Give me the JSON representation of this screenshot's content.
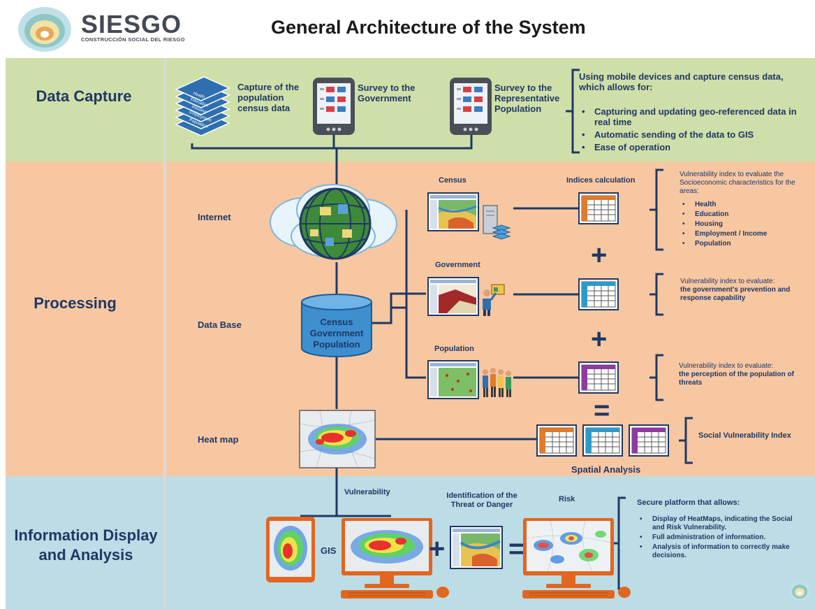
{
  "header": {
    "logo_name": "SIESGO",
    "logo_tagline": "CONSTRUCCIÓN SOCIAL DEL RIESGO",
    "title": "General Architecture of the System"
  },
  "sections": {
    "capture": "Data Capture",
    "processing": "Processing",
    "display": "Information Display and Analysis"
  },
  "capture": {
    "stack_layers": [
      "Health",
      "Education",
      "Housing",
      "Employment",
      "Population"
    ],
    "census_label": "Capture of the population census data",
    "survey_gov_label": "Survey to the Government",
    "survey_pop_label": "Survey to the Representative Population",
    "mobile_intro": "Using mobile devices and capture census data, which allows for:",
    "mobile_points": [
      "Capturing and updating geo-referenced data in real time",
      "Automatic sending of the data to GIS",
      "Ease of operation"
    ]
  },
  "processing": {
    "internet_label": "Internet",
    "database_label": "Data Base",
    "heatmap_label": "Heat map",
    "db_contents": [
      "Census",
      "Government",
      "Population"
    ],
    "census_label": "Census",
    "government_label": "Government",
    "population_label": "Population",
    "indices_label": "Indices calculation",
    "census_note_intro": "Vulnerability index to evaluate the Socioeconomic characteristics for the areas:",
    "census_note_items": [
      "Health",
      "Education",
      "Housing",
      "Employment / Income",
      "Population"
    ],
    "gov_note_intro": "Vulnerability index to evaluate:",
    "gov_note_bold": "the government's prevention and response capability",
    "pop_note_intro": "Vulnerability index to evaluate:",
    "pop_note_bold": "the perception of the population of threats",
    "social_index_label": "Social Vulnerability Index",
    "spatial_label": "Spatial Analysis",
    "plus": "+",
    "equals": "="
  },
  "display": {
    "vulnerability_label": "Vulnerability",
    "gis_label": "GIS",
    "threat_label": "Identification of the Threat or Danger",
    "risk_label": "Risk",
    "platform_intro": "Secure platform that allows:",
    "platform_points": [
      "Display of HeatMaps, indicating the Social and Risk Vulnerability.",
      "Full administration of information.",
      "Analysis of information to correctly make decisions."
    ],
    "plus": "+",
    "equals": "="
  },
  "colors": {
    "capture_band": "#cfdfa9",
    "processing_band": "#f7c7a2",
    "display_band": "#bcdce6",
    "text": "#1f3864",
    "monitor": "#e2661f",
    "index_orange": "#e07b2a",
    "index_blue": "#2e9ac9",
    "index_purple": "#8e3aa0"
  }
}
